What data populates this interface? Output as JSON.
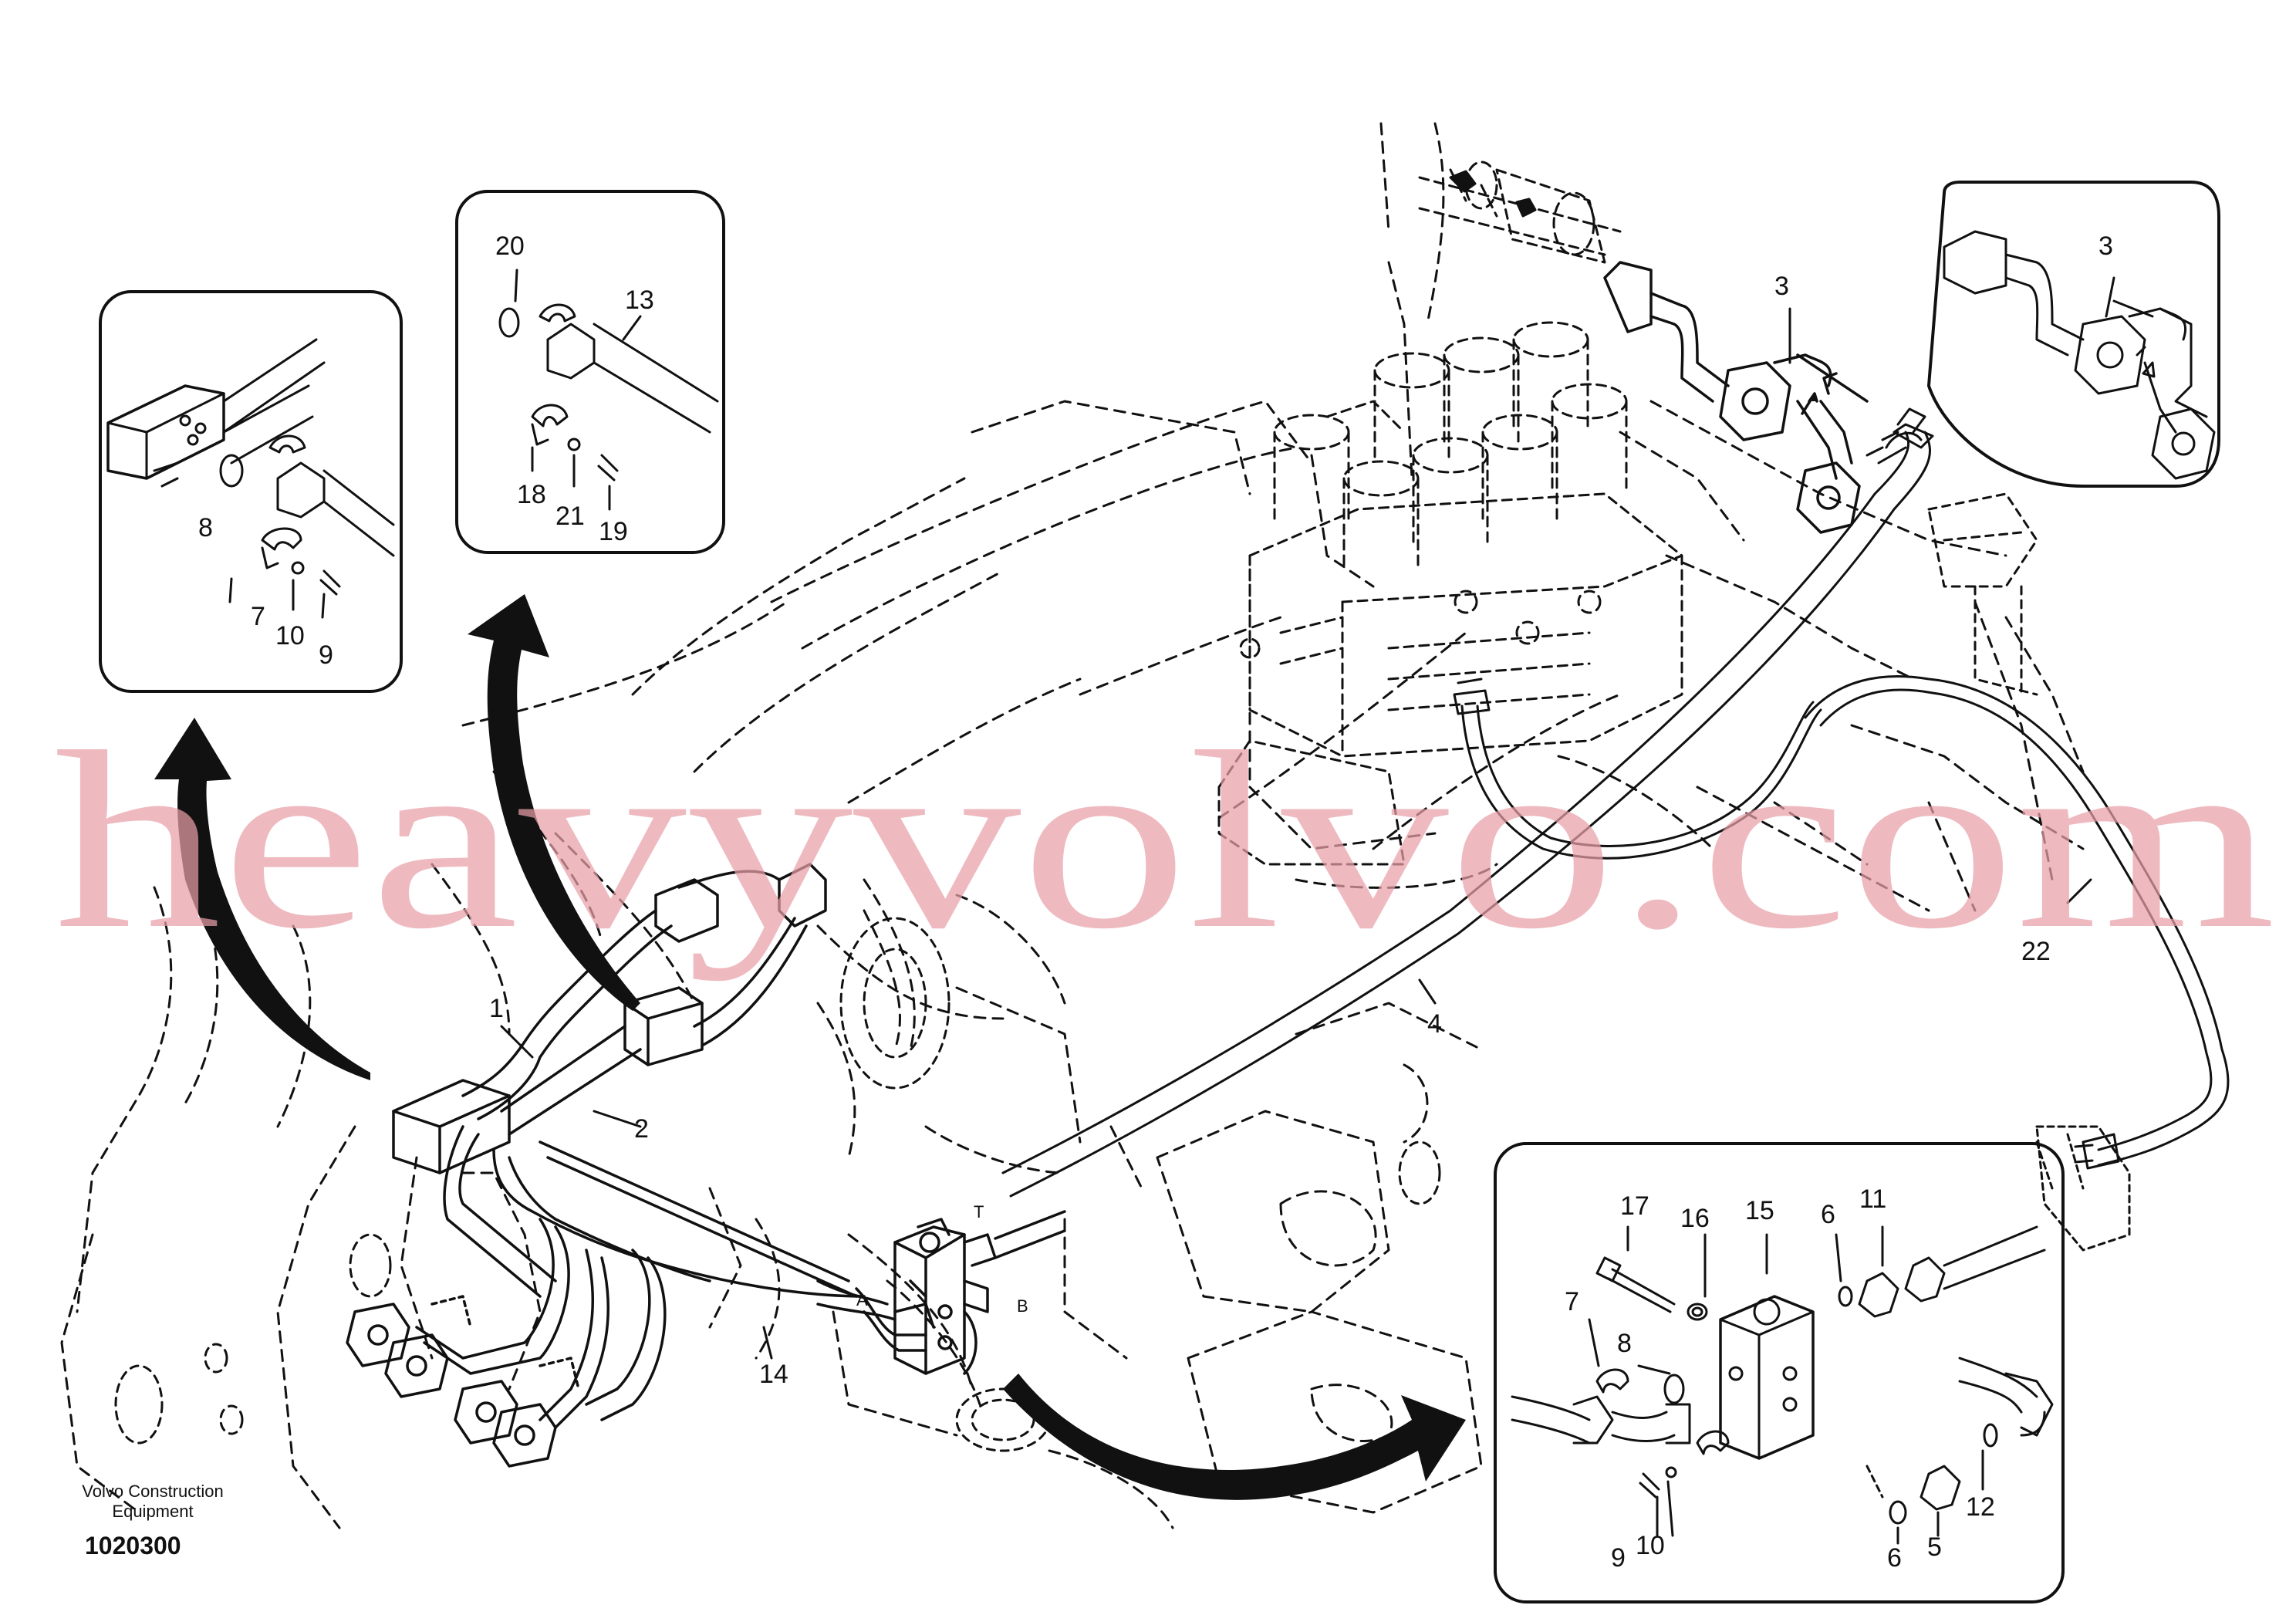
{
  "watermark": "heavyvolvo.com",
  "footer": {
    "company_line1": "Volvo Construction",
    "company_line2": "Equipment",
    "drawing_number": "1020300"
  },
  "callouts_main": [
    "1",
    "2",
    "3",
    "4",
    "14",
    "22",
    "A",
    "B",
    "T"
  ],
  "inset_top_left": {
    "labels": [
      "8",
      "7",
      "10",
      "9"
    ]
  },
  "inset_top_center": {
    "labels": [
      "20",
      "13",
      "18",
      "21",
      "19"
    ]
  },
  "inset_top_right": {
    "labels": [
      "3"
    ]
  },
  "inset_bottom_right": {
    "labels": [
      "17",
      "16",
      "15",
      "6",
      "11",
      "7",
      "8",
      "9",
      "10",
      "6",
      "5",
      "12"
    ]
  },
  "colors": {
    "line": "#111111",
    "watermark": "#e8a0a8",
    "background": "#ffffff"
  }
}
